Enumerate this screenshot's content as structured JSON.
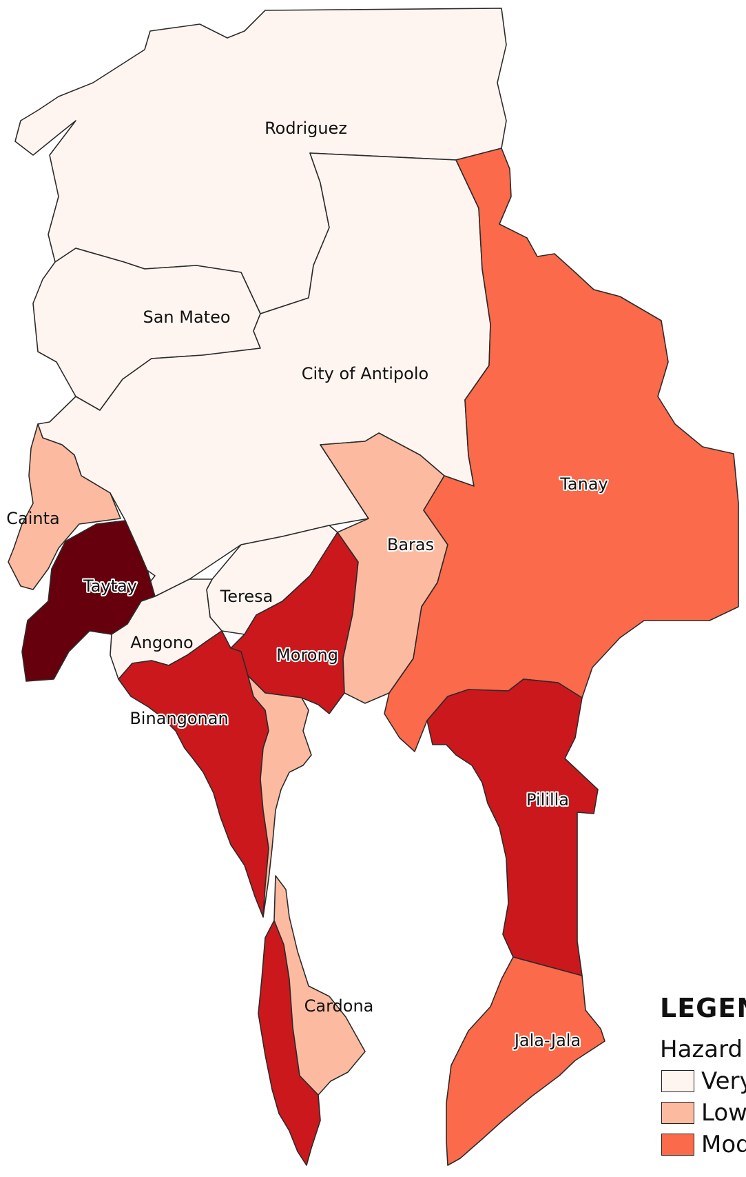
{
  "colors": {
    "very_low": "#fff5f0",
    "low": "#fcbba1",
    "moderate": "#fb6a4a",
    "high": "#cb181d",
    "very_high": "#67000d"
  },
  "municipalities": [
    {
      "key": "rodriguez",
      "name": "Rodriguez",
      "hazard": "very_low"
    },
    {
      "key": "san_mateo",
      "name": "San Mateo",
      "hazard": "very_low"
    },
    {
      "key": "antipolo",
      "name": "City of Antipolo",
      "hazard": "very_low"
    },
    {
      "key": "teresa",
      "name": "Teresa",
      "hazard": "very_low"
    },
    {
      "key": "angono",
      "name": "Angono",
      "hazard": "very_low"
    },
    {
      "key": "cainta",
      "name": "Cainta",
      "hazard": "low"
    },
    {
      "key": "baras",
      "name": "Baras",
      "hazard": "low"
    },
    {
      "key": "cardona",
      "name": "Cardona",
      "hazard": "low"
    },
    {
      "key": "tanay",
      "name": "Tanay",
      "hazard": "moderate"
    },
    {
      "key": "jalajala",
      "name": "Jala-Jala",
      "hazard": "moderate"
    },
    {
      "key": "morong",
      "name": "Morong",
      "hazard": "high"
    },
    {
      "key": "binangonan",
      "name": "Binangonan",
      "hazard": "high"
    },
    {
      "key": "pililla",
      "name": "Pililla",
      "hazard": "high"
    },
    {
      "key": "taytay",
      "name": "Taytay",
      "hazard": "very_high"
    }
  ],
  "legend": {
    "title": "LEGEND",
    "subtitle": "Hazard",
    "items": [
      {
        "label": "Very",
        "hazard": "very_low"
      },
      {
        "label": "Low",
        "hazard": "low"
      },
      {
        "label": "Moderate",
        "hazard": "moderate"
      }
    ]
  }
}
